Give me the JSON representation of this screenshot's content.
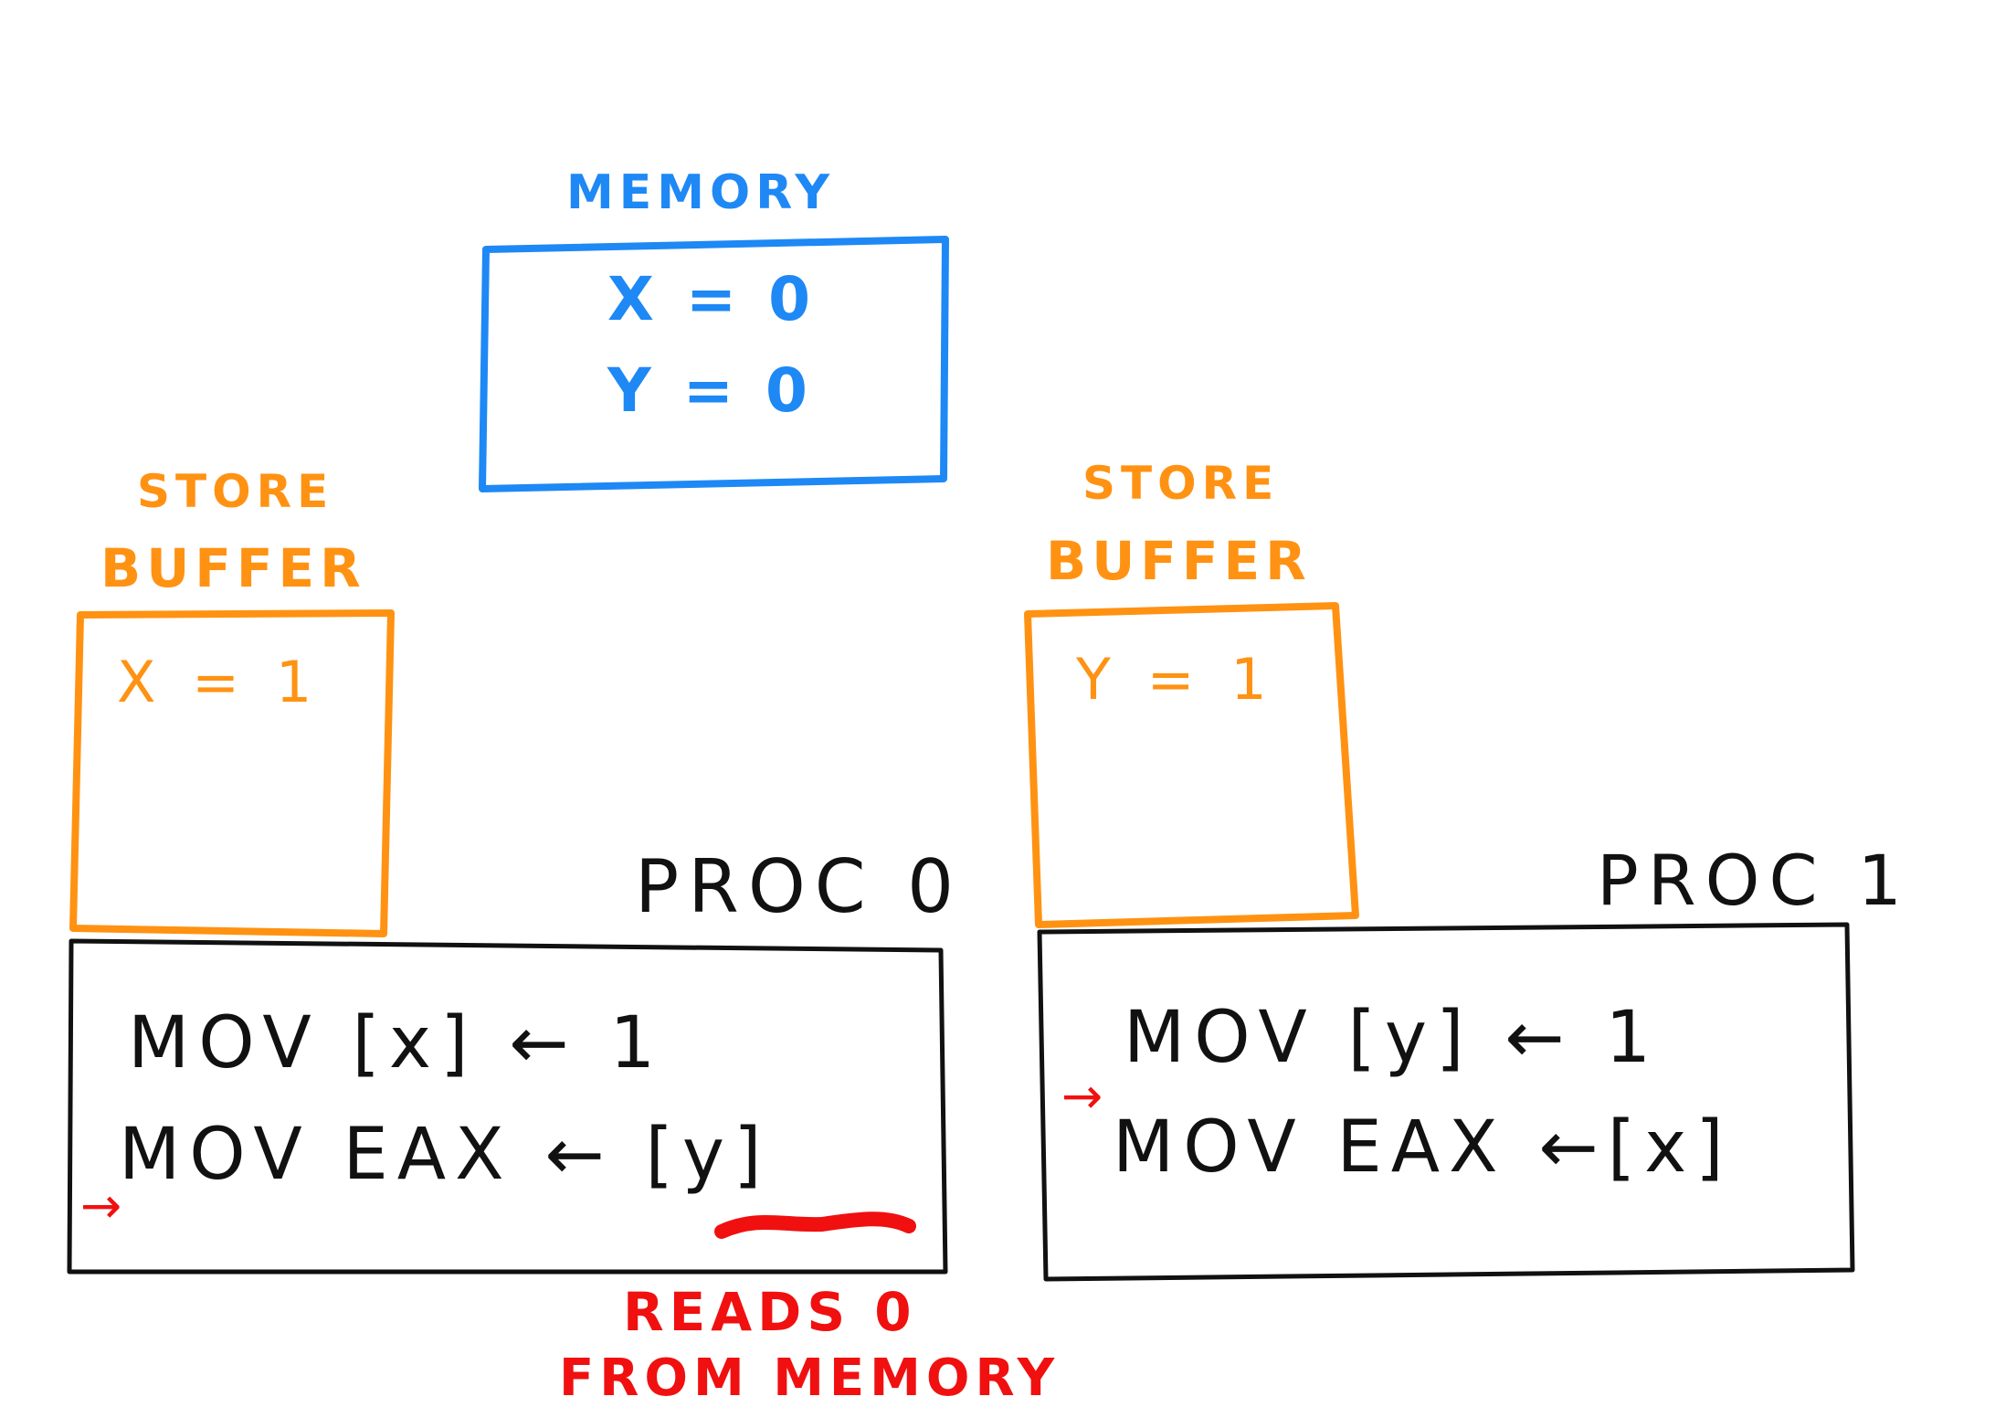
{
  "memory": {
    "title": "MEMORY",
    "lines": [
      "X = 0",
      "Y = 0"
    ]
  },
  "store_buffer_0": {
    "title_line1": "STORE",
    "title_line2": "BUFFER",
    "entry": "X = 1"
  },
  "store_buffer_1": {
    "title_line1": "STORE",
    "title_line2": "BUFFER",
    "entry": "Y = 1"
  },
  "proc0": {
    "title": "PROC 0",
    "instr1": "MOV [x] ← 1",
    "instr2": "MOV EAX ← [y]",
    "pointer": "→"
  },
  "proc1": {
    "title": "PROC 1",
    "instr1": "MOV [y] ← 1",
    "instr2": "MOV EAX ←[x]",
    "pointer": "→"
  },
  "annotation": {
    "line1": "READS 0",
    "line2": "FROM MEMORY"
  },
  "colors": {
    "memory": "#1e88f5",
    "store_buffer": "#ff9212",
    "processor": "#111111",
    "annotation": "#f01010"
  }
}
